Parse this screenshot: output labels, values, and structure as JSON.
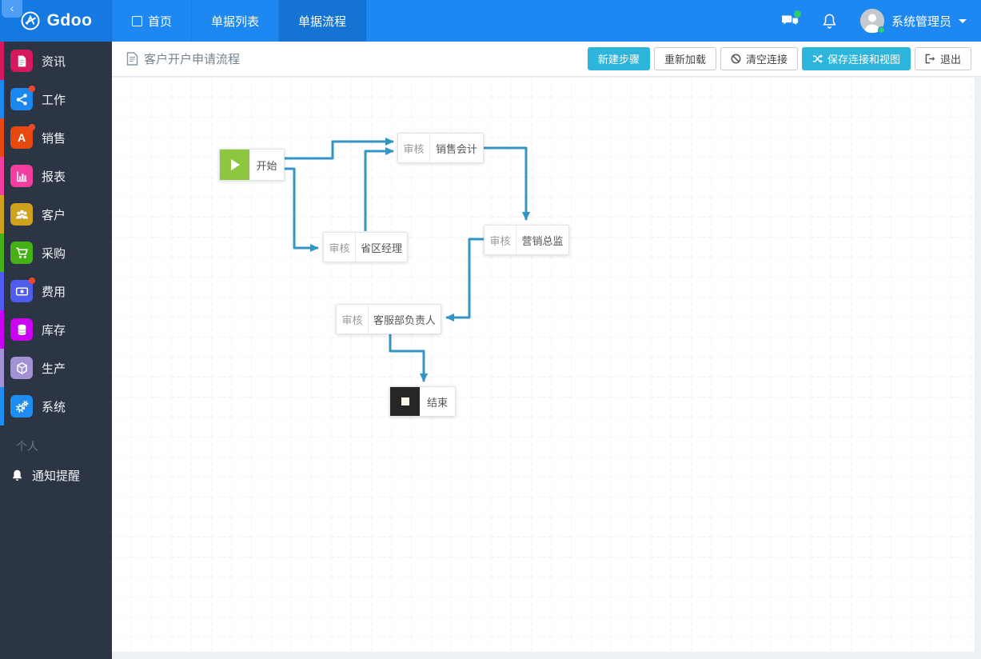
{
  "topbar": {
    "brand": "Gdoo",
    "collapse_glyph": "‹",
    "tabs": [
      {
        "label": "首页"
      },
      {
        "label": "单据列表"
      },
      {
        "label": "单据流程"
      }
    ],
    "user_name": "系统管理员"
  },
  "sidebar": {
    "items": [
      {
        "label": "资讯",
        "color": "#d6185f"
      },
      {
        "label": "工作",
        "color": "#1d87f0",
        "badge": true
      },
      {
        "label": "销售",
        "color": "#e8490e",
        "badge": true,
        "glyph": "A"
      },
      {
        "label": "报表",
        "color": "#f23e9f"
      },
      {
        "label": "客户",
        "color": "#cfa11c"
      },
      {
        "label": "采购",
        "color": "#46b117"
      },
      {
        "label": "费用",
        "color": "#4f5cee",
        "badge": true
      },
      {
        "label": "库存",
        "color": "#cb01f1"
      },
      {
        "label": "生产",
        "color": "#a392d3"
      },
      {
        "label": "系统",
        "color": "#1d8df2"
      }
    ],
    "section_label": "个人",
    "notification_label": "通知提醒"
  },
  "toolbar": {
    "title": "客户开户申请流程",
    "buttons": {
      "new_step": "新建步骤",
      "reload": "重新加载",
      "clear": "清空连接",
      "save": "保存连接和视图",
      "exit": "退出"
    },
    "accent_color": "#2eb5db"
  },
  "flow": {
    "connector_color": "#3295c5",
    "nodes": {
      "start": {
        "label": "开始"
      },
      "sales_accountant": {
        "prefix": "审核",
        "label": "销售会计"
      },
      "provincial_manager": {
        "prefix": "审核",
        "label": "省区经理"
      },
      "marketing_director": {
        "prefix": "审核",
        "label": "营销总监"
      },
      "customer_service_head": {
        "prefix": "审核",
        "label": "客服部负责人"
      },
      "end": {
        "label": "结束"
      }
    }
  }
}
